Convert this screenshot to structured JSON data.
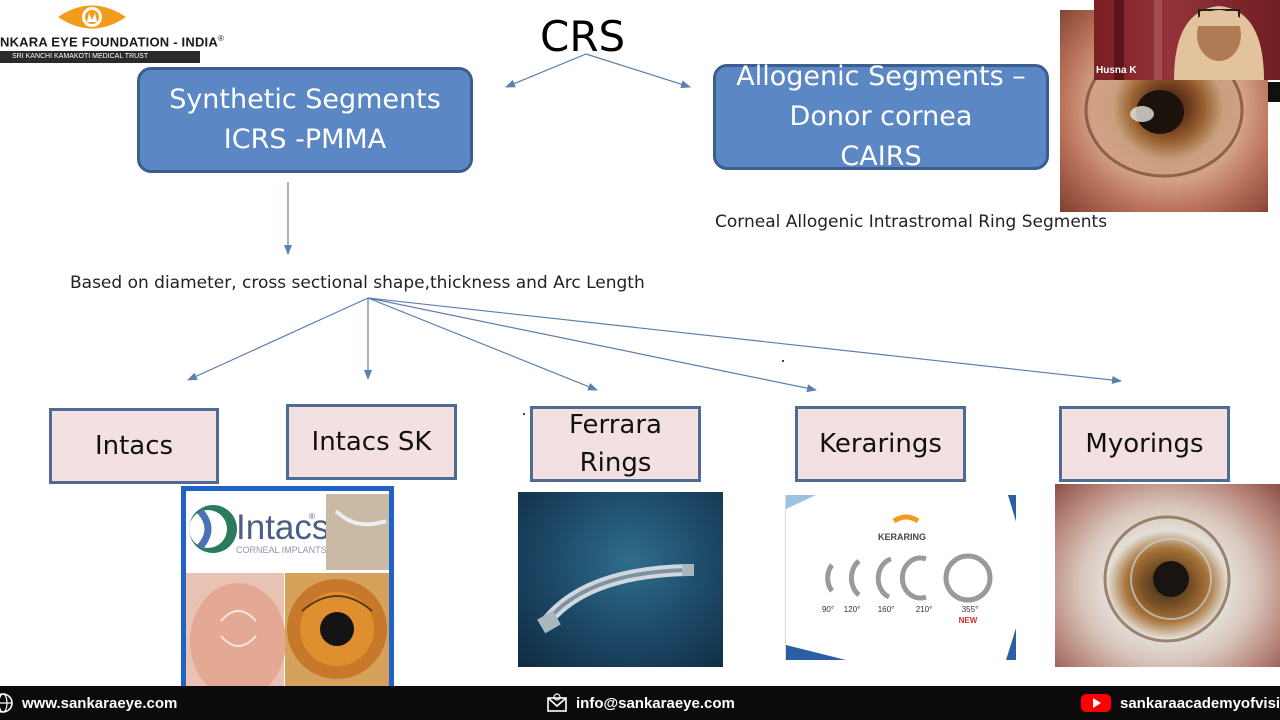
{
  "logo": {
    "name": "NKARA EYE FOUNDATION - INDIA",
    "registered": "®",
    "trust": "SRI KANCHI KAMAKOTI MEDICAL TRUST"
  },
  "title": "CRS",
  "synthetic": {
    "line1": "Synthetic Segments",
    "line2": "ICRS -PMMA"
  },
  "allogenic": {
    "line1": "Allogenic Segments –",
    "line2": "Donor cornea",
    "line3": "CAIRS"
  },
  "cairs_note": "Corneal Allogenic Intrastromal Ring Segments",
  "basis_note": "Based on  diameter, cross sectional shape,thickness and Arc Length",
  "categories": {
    "intacs": "Intacs",
    "intacs_sk": "Intacs SK",
    "ferrara_line1": "Ferrara",
    "ferrara_line2": "Rings",
    "kerarings": "Kerarings",
    "myorings": "Myorings"
  },
  "intacs_image": {
    "brand": "Intacs",
    "reg": "®",
    "subtitle": "CORNEAL IMPLANTS"
  },
  "kerarings_image": {
    "brand": "KERARING",
    "angles": [
      "90°",
      "120°",
      "160°",
      "210°",
      "355°"
    ],
    "new_label": "NEW"
  },
  "video": {
    "participant": "Husna K"
  },
  "footer": {
    "website": "www.sankaraeye.com",
    "email": "info@sankaraeye.com",
    "youtube": "sankaraacademyofvisio"
  },
  "colors": {
    "blue_box": "#5b87c4",
    "pink_box": "#f3e1e1",
    "arrow": "#5b7fb0",
    "footer": "#0b0b0b",
    "logo_orange": "#f39c1c"
  }
}
